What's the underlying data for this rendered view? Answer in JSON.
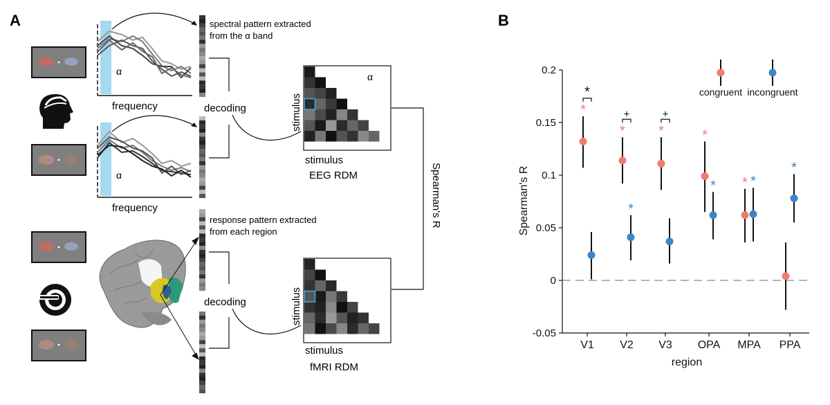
{
  "panels": {
    "a_label": "A",
    "b_label": "B"
  },
  "panel_a": {
    "alpha_symbol": "α",
    "frequency_label": "frequency",
    "decoding_label": "decoding",
    "spectral_note_line1": "spectral pattern extracted",
    "spectral_note_line2": "from the α band",
    "response_note_line1": "response pattern extracted",
    "response_note_line2": "from each region",
    "stimulus_label": "stimulus",
    "eeg_rdm_label": "EEG RDM",
    "fmri_rdm_label": "fMRI RDM",
    "spearman_label": "Spearman's R",
    "icons": [
      "head-profile-icon",
      "mri-scanner-icon",
      "brain-icon"
    ]
  },
  "colors": {
    "congruent": "#f07b72",
    "incongruent": "#3d85c6",
    "alpha_band": "#a6d8f0",
    "line_dark": "#222222"
  },
  "chart_data": {
    "type": "scatter",
    "title": "",
    "xlabel": "region",
    "ylabel": "Spearman's R",
    "ylim": [
      -0.05,
      0.2
    ],
    "yticks": [
      "-0.05",
      "0",
      "0.05",
      "0.1",
      "0.15",
      "0.2"
    ],
    "categories": [
      "V1",
      "V2",
      "V3",
      "OPA",
      "MPA",
      "PPA"
    ],
    "series": [
      {
        "name": "congruent",
        "values": [
          0.132,
          0.114,
          0.111,
          0.099,
          0.062,
          0.004
        ],
        "err_low": [
          0.107,
          0.092,
          0.086,
          0.065,
          0.036,
          -0.028
        ],
        "err_high": [
          0.156,
          0.136,
          0.136,
          0.132,
          0.087,
          0.036
        ],
        "significance": [
          "*",
          "*",
          "*",
          "*",
          "*",
          ""
        ]
      },
      {
        "name": "incongruent",
        "values": [
          0.024,
          0.041,
          0.037,
          0.062,
          0.063,
          0.078
        ],
        "err_low": [
          0.001,
          0.019,
          0.016,
          0.039,
          0.037,
          0.055
        ],
        "err_high": [
          0.046,
          0.062,
          0.059,
          0.084,
          0.088,
          0.101
        ],
        "significance": [
          "",
          "*",
          "",
          "*",
          "*",
          "*"
        ]
      }
    ],
    "pair_comparisons": [
      "*",
      "+",
      "+",
      "",
      "",
      ""
    ],
    "reference_line": 0,
    "legend": [
      "congruent",
      "incongruent"
    ],
    "legend_position": "top-right",
    "grid": false
  }
}
